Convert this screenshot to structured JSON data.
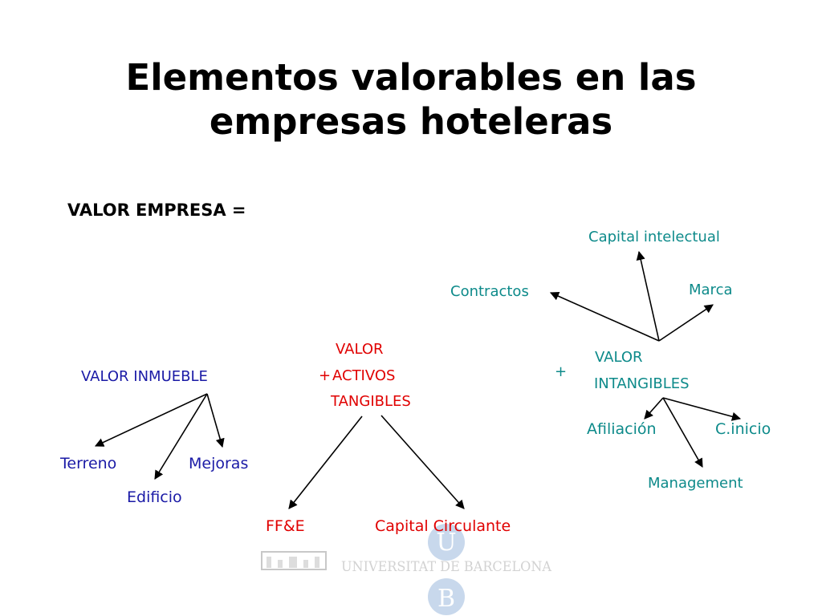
{
  "title": {
    "line1": "Elementos valorables en las",
    "line2": "empresas hoteleras"
  },
  "equation": "VALOR EMPRESA =",
  "plus_tangibles": "+",
  "plus_intangibles": "+",
  "inmueble": {
    "root": "VALOR INMUEBLE",
    "children": [
      "Terreno",
      "Edificio",
      "Mejoras"
    ]
  },
  "tangibles": {
    "root_lines": [
      "VALOR",
      "ACTIVOS",
      "TANGIBLES"
    ],
    "children": [
      "FF&E",
      "Capital Circulante"
    ]
  },
  "intangibles": {
    "root_lines": [
      "VALOR",
      "INTANGIBLES"
    ],
    "upper_children": [
      "Contractos",
      "Capital intelectual",
      "Marca"
    ],
    "lower_children": [
      "Afiliación",
      "Management",
      "C.inicio"
    ]
  },
  "logo": {
    "text": "UNIVERSITAT DE BARCELONA",
    "letter_top": "U",
    "letter_bottom": "B"
  },
  "colors": {
    "blue": "#1a1aa6",
    "red": "#e00000",
    "teal": "#0d8a8a",
    "logo": "#c8d8ec"
  }
}
